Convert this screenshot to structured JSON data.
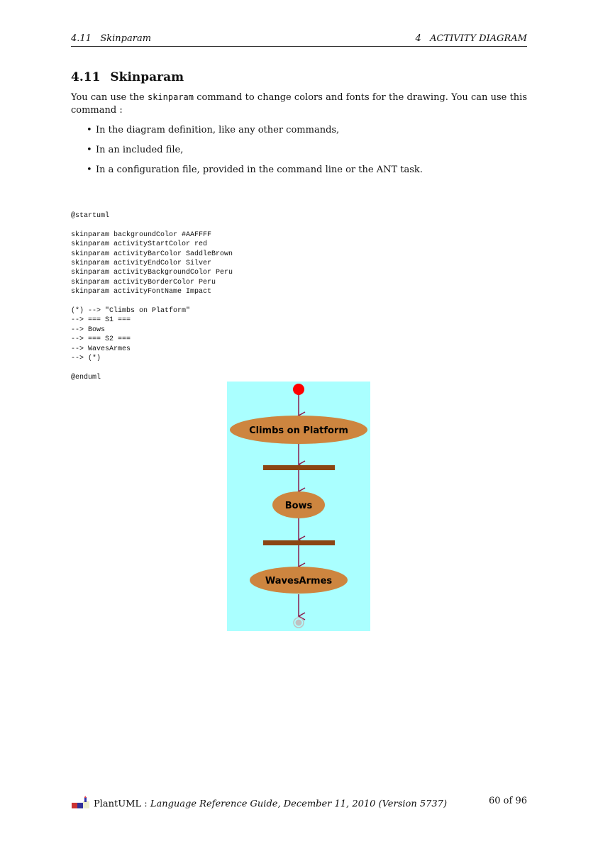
{
  "header": {
    "left": "4.11   Skinparam",
    "right": "4   ACTIVITY DIAGRAM"
  },
  "section": {
    "number": "4.11",
    "title": "Skinparam"
  },
  "intro": {
    "before": "You can use the ",
    "command": "skinparam",
    "after": " command to change colors and fonts for the drawing.  You can use this command :"
  },
  "bullets": [
    "In the diagram definition, like any other commands,",
    "In an included file,",
    "In a configuration file, provided in the command line or the ANT task."
  ],
  "code": "@startuml\n\nskinparam backgroundColor #AAFFFF\nskinparam activityStartColor red\nskinparam activityBarColor SaddleBrown\nskinparam activityEndColor Silver\nskinparam activityBackgroundColor Peru\nskinparam activityBorderColor Peru\nskinparam activityFontName Impact\n\n(*) --> \"Climbs on Platform\"\n--> === S1 ===\n--> Bows\n--> === S2 ===\n--> WavesArmes\n--> (*)\n\n@enduml",
  "diagram": {
    "colors": {
      "background": "#AAFFFF",
      "start": "#FF0000",
      "bar": "#8B4513",
      "activity": "#CD853F",
      "end": "#C0C0C0",
      "arrow": "#8B1A4A"
    },
    "activities": [
      "Climbs on Platform",
      "Bows",
      "WavesArmes"
    ]
  },
  "footer": {
    "brand": "PlantUML",
    "sep": " : ",
    "title": "Language Reference Guide, December 11, 2010 (Version 5737)",
    "page": "60 of 96"
  }
}
